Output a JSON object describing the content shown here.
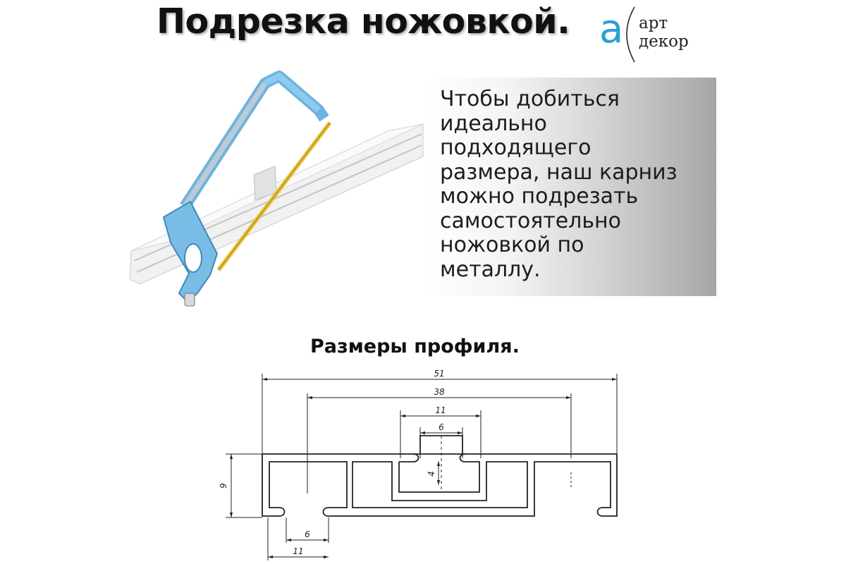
{
  "title": "Подрезка ножовкой.",
  "logo": {
    "letter": "a",
    "line1": "арт",
    "line2": "декор",
    "color": "#2a9fd8"
  },
  "description": "Чтобы добиться\nидеально\nподходящего\nразмера, наш карниз\nможно подрезать\nсамостоятельно\nножовкой по\nметаллу.",
  "illustration": {
    "frame_color": "#7cc0ea",
    "blade_color": "#e8c43a"
  },
  "profile": {
    "title": "Размеры профиля.",
    "dimensions": {
      "overall_width": "51",
      "inner_width": "38",
      "channel_outer": "11",
      "channel_slot": "6",
      "channel_depth": "4",
      "height": "9",
      "bottom_slot": "6",
      "bottom_outer": "11"
    }
  }
}
